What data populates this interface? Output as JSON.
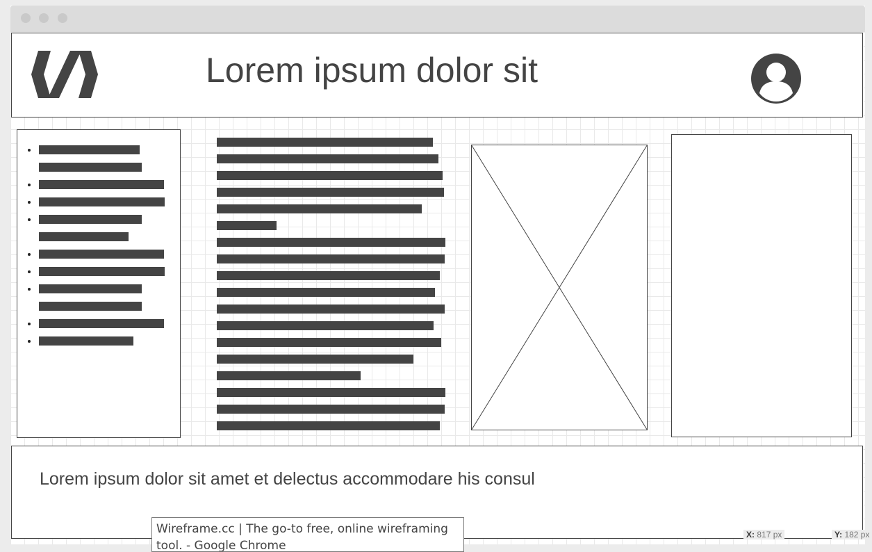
{
  "header": {
    "title": "Lorem ipsum dolor sit",
    "logo_icon": "code-slash-icon",
    "avatar_icon": "user-avatar-icon"
  },
  "sidebar": {
    "items": [
      {
        "lines": 2
      },
      {
        "lines": 1
      },
      {
        "lines": 1
      },
      {
        "lines": 2
      },
      {
        "lines": 1
      },
      {
        "lines": 1
      },
      {
        "lines": 2
      },
      {
        "lines": 1
      },
      {
        "lines": 1
      }
    ]
  },
  "content": {
    "paragraph_lines": 18,
    "image_placeholder_icon": "image-placeholder-icon"
  },
  "footer": {
    "text": "Lorem ipsum dolor sit amet et delectus accommodare his consul"
  },
  "tooltip": {
    "text": "Wireframe.cc | The go-to free, online wireframing tool. - Google Chrome"
  },
  "cursor": {
    "x_label": "X:",
    "x_value": "817 px",
    "y_label": "Y:",
    "y_value": "182 px"
  },
  "colors": {
    "ink": "#444444",
    "grid": "#e9e9e9",
    "frame": "#dcdcdc"
  }
}
